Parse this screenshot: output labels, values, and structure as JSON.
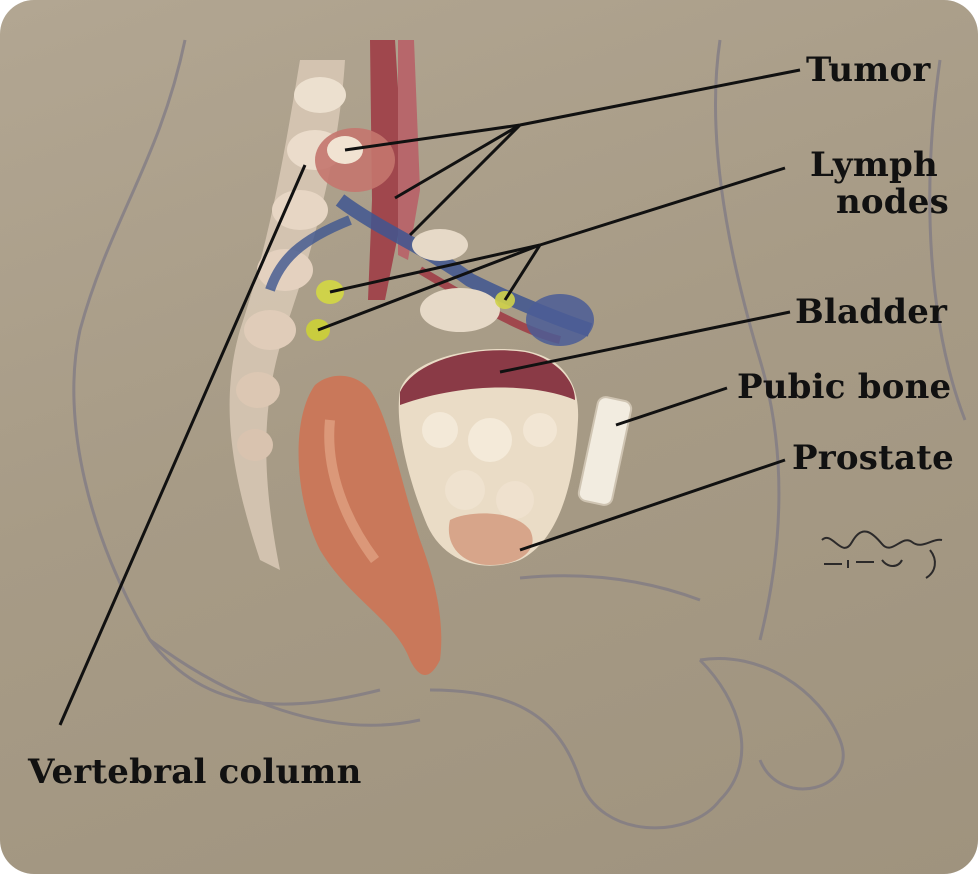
{
  "labels": {
    "tumor": "Tumor",
    "lymph_nodes": "Lymph nodes",
    "lymph_line1": "Lymph",
    "lymph_line2": "nodes",
    "bladder": "Bladder",
    "pubic_bone": "Pubic bone",
    "prostate": "Prostate",
    "vertebral_column": "Vertebral column"
  },
  "signature": "Jeff Faulkner, NPCI 2001",
  "colors": {
    "background": "#a89c87",
    "outline": "#7f7a84",
    "rectum": "#c9785a",
    "bladder": "#eadcc6",
    "bladder_top": "#8a3a46",
    "vessels_blue": "#3f5690",
    "vessels_red": "#a0474d",
    "lymph_node": "#cfd24a",
    "leader_line": "#111111"
  }
}
